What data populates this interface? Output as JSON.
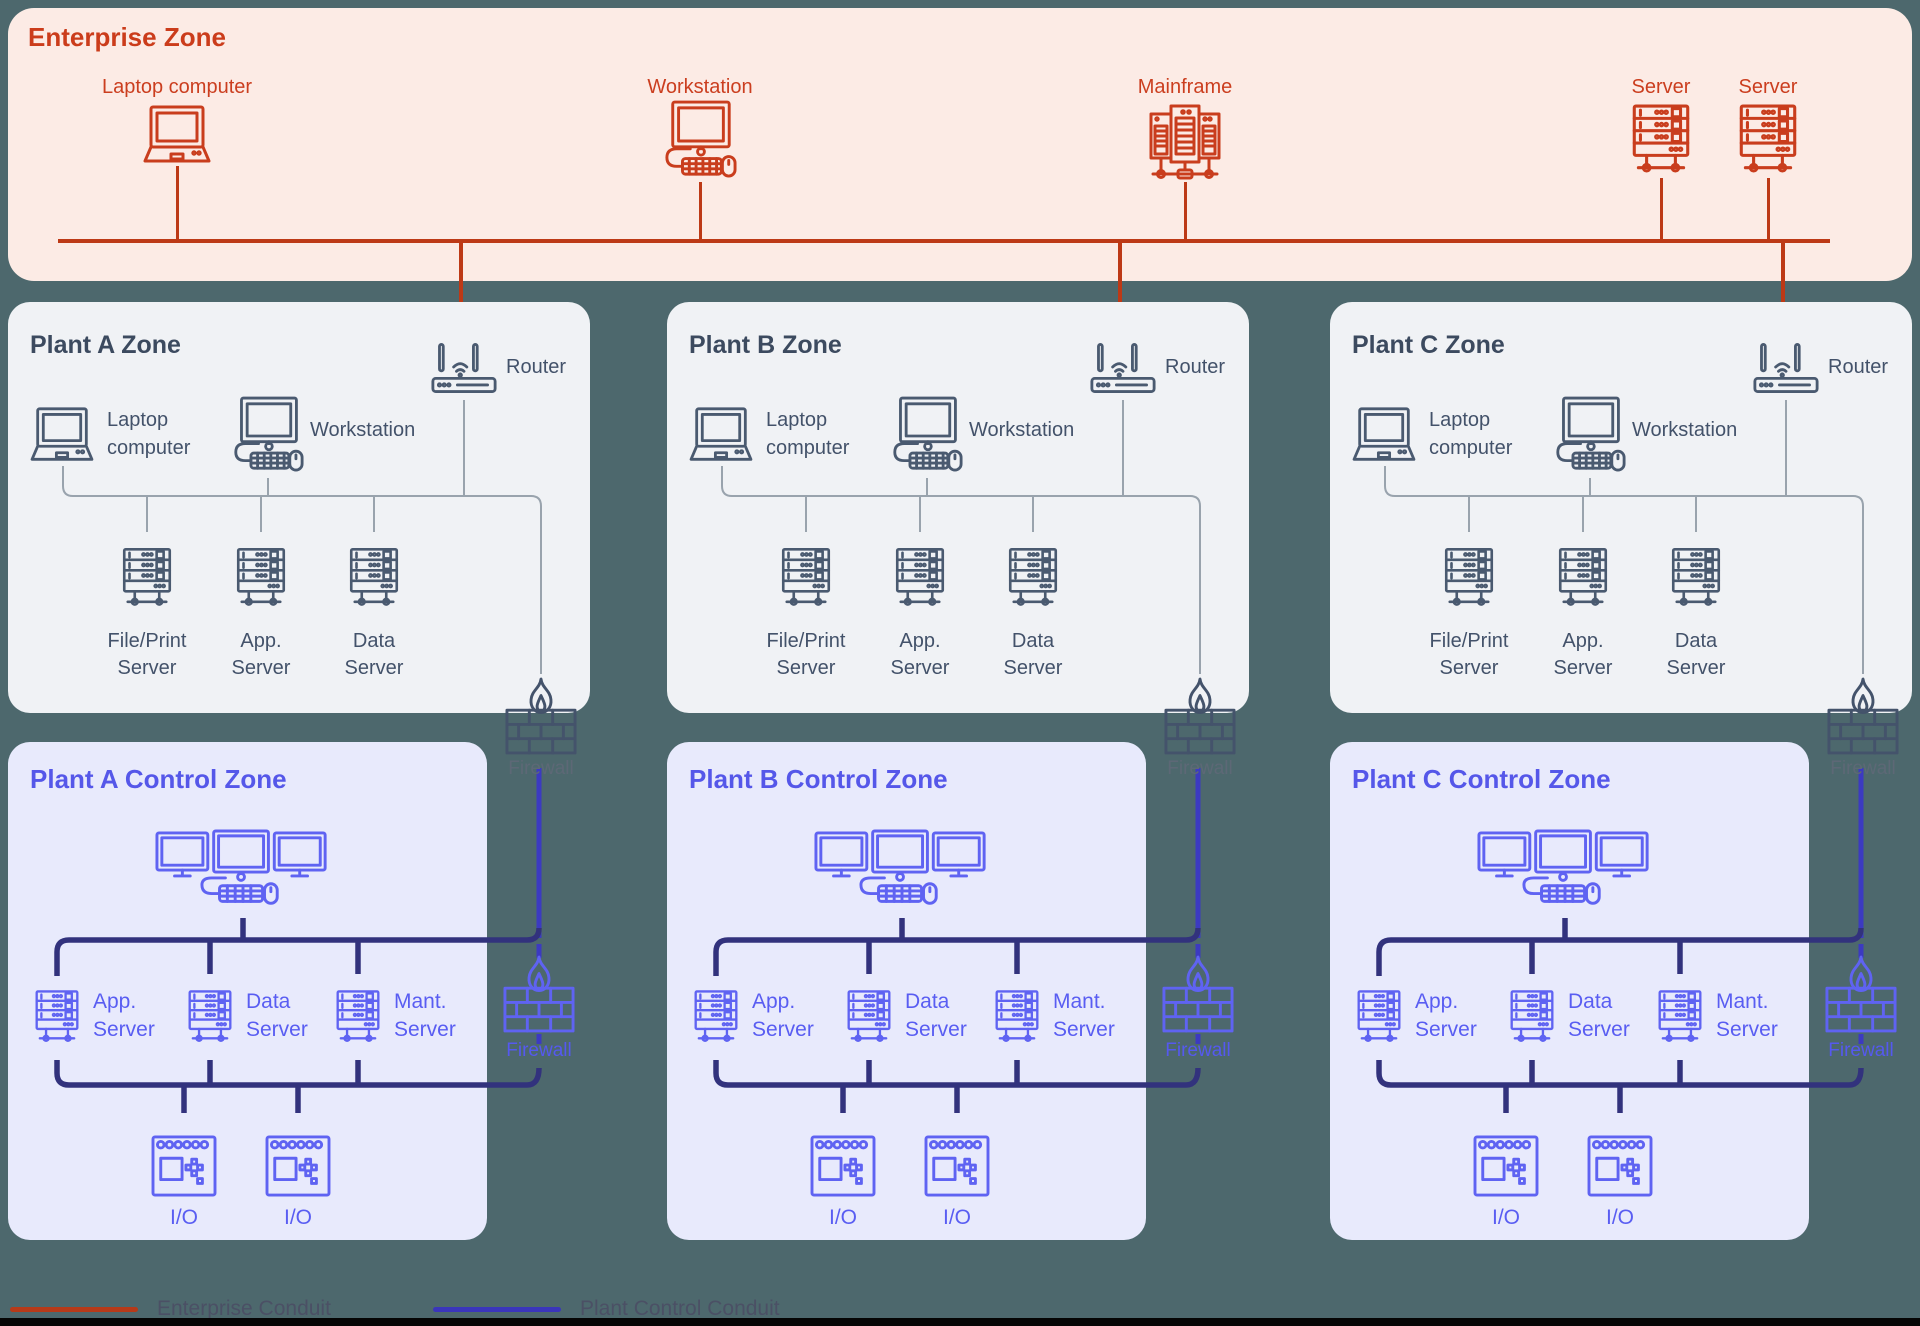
{
  "enterprise_zone": {
    "title": "Enterprise Zone",
    "devices": [
      {
        "name": "laptop",
        "label": "Laptop computer"
      },
      {
        "name": "workstation",
        "label": "Workstation"
      },
      {
        "name": "mainframe",
        "label": "Mainframe"
      },
      {
        "name": "server-1",
        "label": "Server"
      },
      {
        "name": "server-2",
        "label": "Server"
      }
    ]
  },
  "plant_zones": [
    {
      "title": "Plant A Zone"
    },
    {
      "title": "Plant B Zone"
    },
    {
      "title": "Plant C Zone"
    }
  ],
  "plant_zone_labels": {
    "router": "Router",
    "laptop": [
      "Laptop",
      "computer"
    ],
    "workstation": "Workstation",
    "file_print_server": [
      "File/Print",
      "Server"
    ],
    "app_server": [
      "App.",
      "Server"
    ],
    "data_server": [
      "Data",
      "Server"
    ]
  },
  "firewall_label": "Firewall",
  "control_zones": [
    {
      "title": "Plant A Control Zone"
    },
    {
      "title": "Plant B Control Zone"
    },
    {
      "title": "Plant C Control Zone"
    }
  ],
  "control_zone_labels": {
    "app_server": [
      "App.",
      "Server"
    ],
    "data_server": [
      "Data",
      "Server"
    ],
    "mant_server": [
      "Mant.",
      "Server"
    ],
    "io": "I/O"
  },
  "legend": {
    "enterprise": "Enterprise Conduit",
    "plant_control": "Plant Control Conduit"
  },
  "colors": {
    "background": "#4d686d",
    "enterprise_accent": "#c93d1d",
    "enterprise_conduit": "#bd3916",
    "plant_icon": "#4a5a70",
    "control_accent": "#5f63f2",
    "control_conduit": "#3c3ac1",
    "control_bus": "#32327d"
  }
}
